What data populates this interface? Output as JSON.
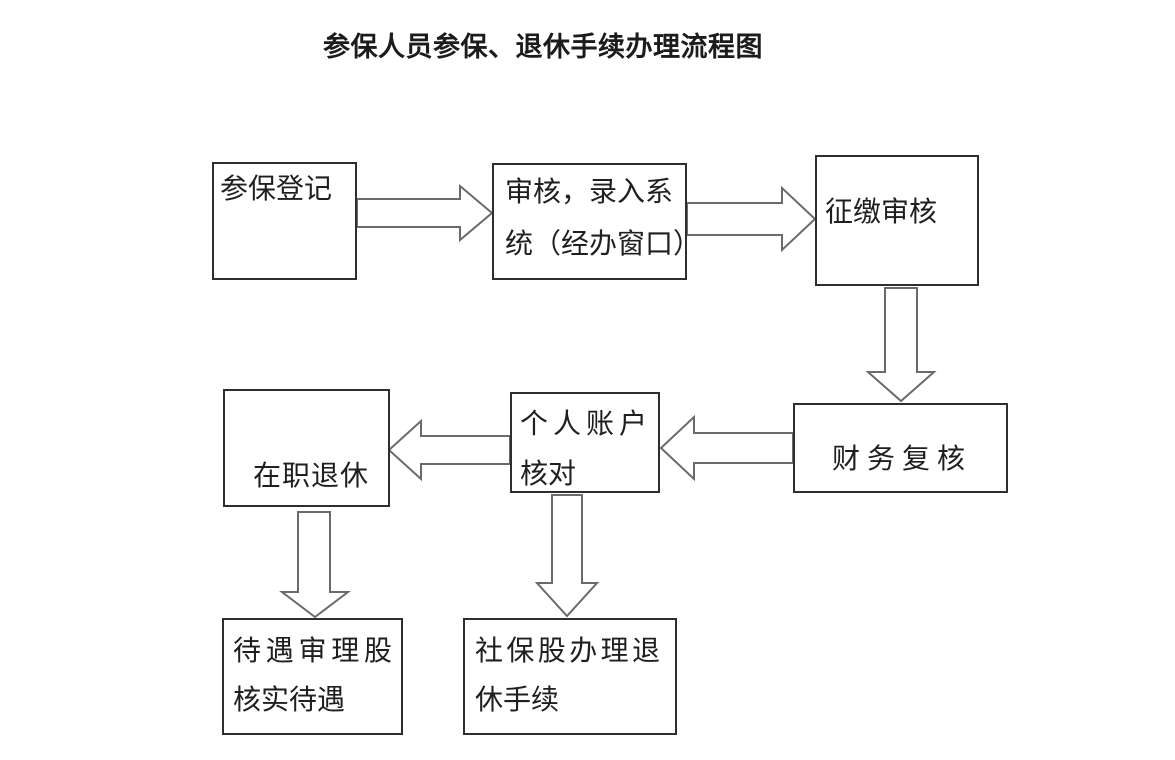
{
  "title": "参保人员参保、退休手续办理流程图",
  "diagram_type": "flowchart",
  "colors": {
    "background": "#ffffff",
    "box_border": "#2e2e2e",
    "arrow_outline": "#6a6a6a",
    "text": "#1f1f1f"
  },
  "nodes": {
    "enroll_register": {
      "label": "参保登记",
      "line1": "参保登记"
    },
    "review_entry": {
      "label": "审核，录入系统（经办窗口）",
      "line1": "审核，录入系",
      "line2": "统（经办窗口）"
    },
    "collection_audit": {
      "label": "征缴审核",
      "line1": "征缴审核"
    },
    "finance_recheck": {
      "label": "财务复核",
      "line1": "财务复核"
    },
    "personal_account": {
      "label": "个人账户核对",
      "line1": "个人账户",
      "line2": "核对"
    },
    "active_retirement": {
      "label": "在职退休",
      "line1": "在职退休"
    },
    "benefit_section": {
      "label": "待遇审理股核实待遇",
      "line1": "待遇审理股",
      "line2": "核实待遇"
    },
    "social_insurance": {
      "label": "社保股办理退休手续",
      "line1": "社保股办理退",
      "line2": "休手续"
    }
  },
  "edges": [
    {
      "from": "参保登记",
      "to": "审核，录入系统（经办窗口）",
      "direction": "right",
      "style": "hollow-block-arrow"
    },
    {
      "from": "审核，录入系统（经办窗口）",
      "to": "征缴审核",
      "direction": "right",
      "style": "hollow-block-arrow"
    },
    {
      "from": "征缴审核",
      "to": "财务复核",
      "direction": "down",
      "style": "hollow-block-arrow"
    },
    {
      "from": "财务复核",
      "to": "个人账户核对",
      "direction": "left",
      "style": "hollow-block-arrow"
    },
    {
      "from": "个人账户核对",
      "to": "在职退休",
      "direction": "left",
      "style": "hollow-block-arrow"
    },
    {
      "from": "在职退休",
      "to": "待遇审理股核实待遇",
      "direction": "down",
      "style": "hollow-block-arrow"
    },
    {
      "from": "个人账户核对",
      "to": "社保股办理退休手续",
      "direction": "down",
      "style": "hollow-block-arrow"
    }
  ]
}
